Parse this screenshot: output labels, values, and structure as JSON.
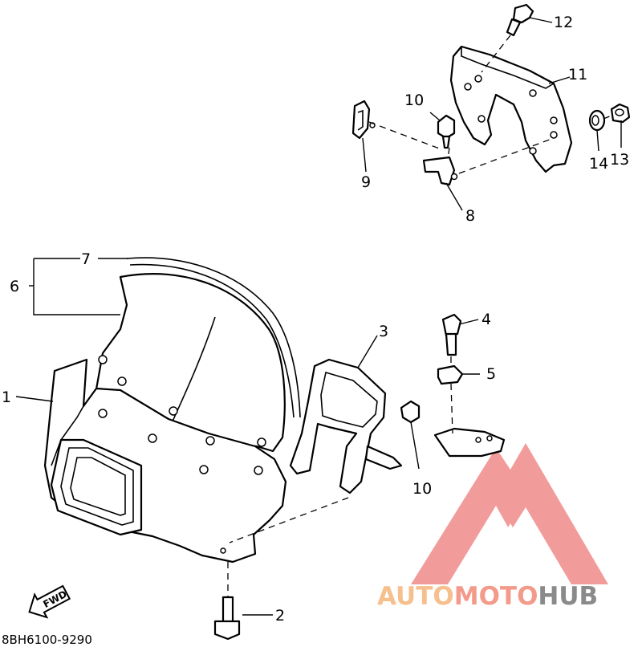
{
  "diagram": {
    "callouts": [
      "1",
      "2",
      "3",
      "4",
      "5",
      "6",
      "7",
      "8",
      "9",
      "10",
      "10",
      "11",
      "12",
      "13",
      "14"
    ],
    "part_code": "8BH6100-9290",
    "forward_badge": "FWD",
    "watermark": {
      "word_1": "AUTO",
      "word_2": "MOTO",
      "word_3": "HUB",
      "colors": {
        "triangle": "#f08a8a",
        "auto": "#f6c08e",
        "moto": "#f39a8a",
        "hub": "#8a8a8a"
      }
    }
  }
}
